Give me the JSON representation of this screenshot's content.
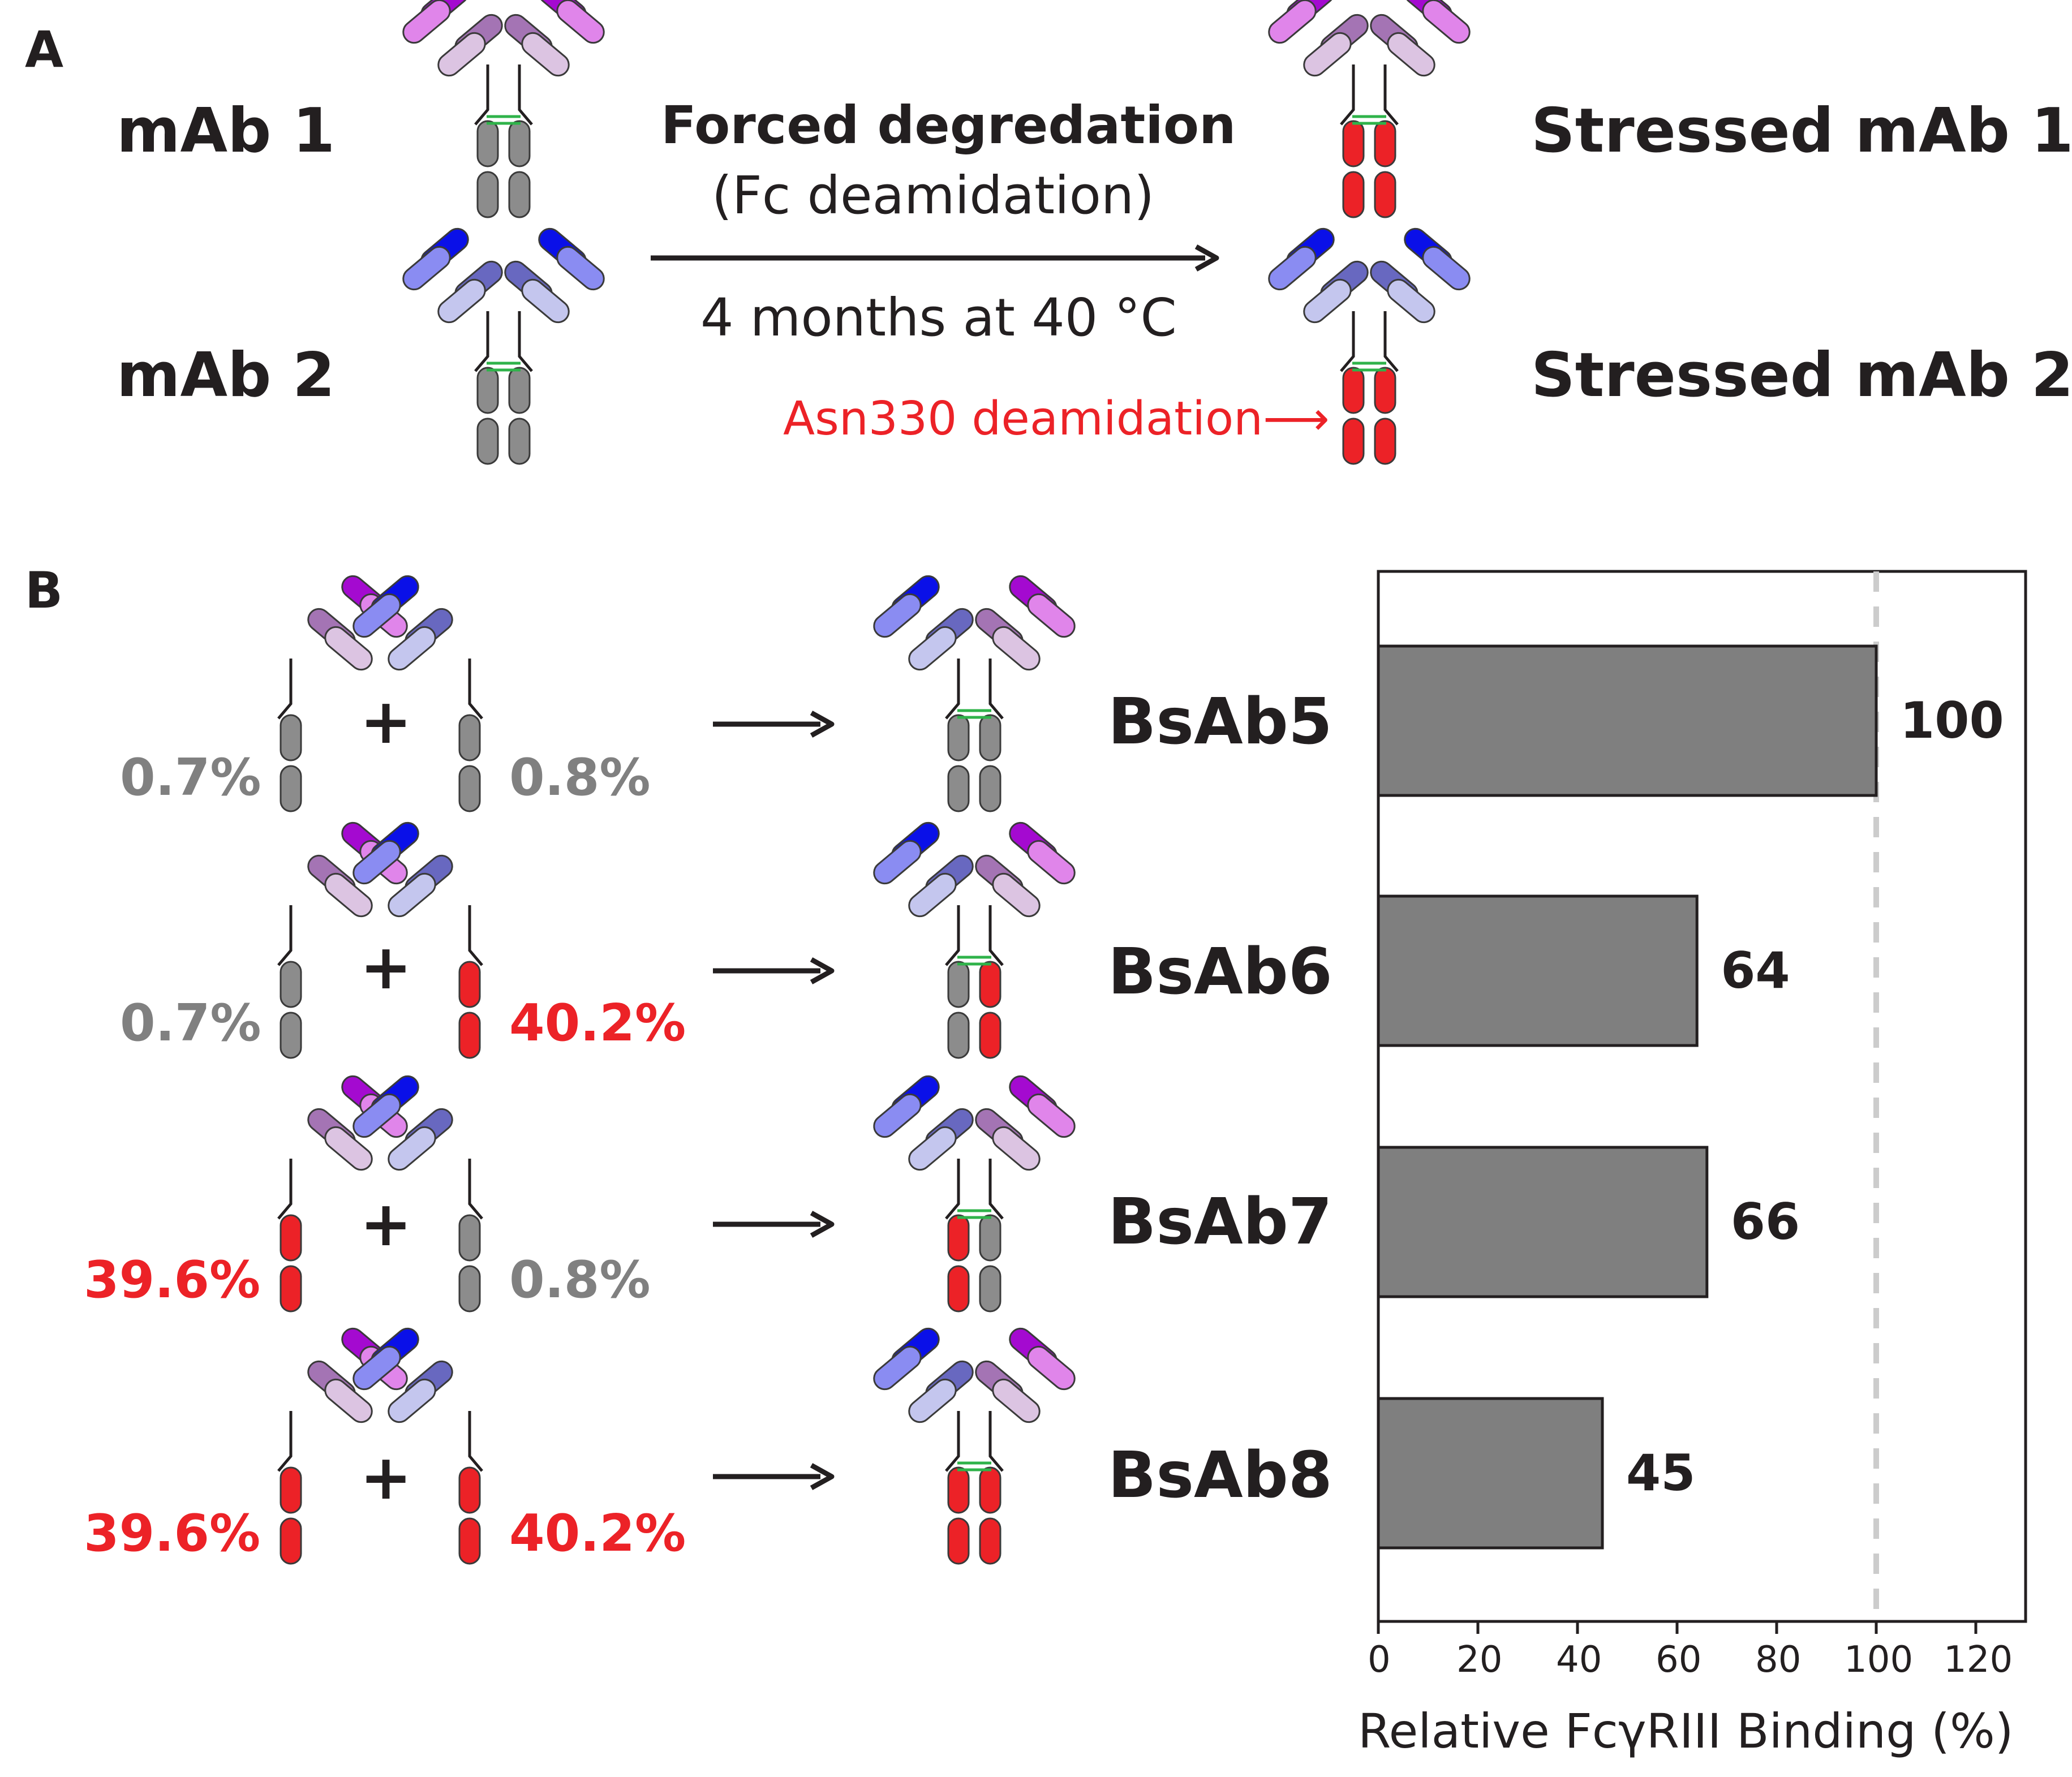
{
  "panel_a": {
    "letter": "A",
    "mab1_label": "mAb 1",
    "mab2_label": "mAb 2",
    "stressed1_label": "Stressed mAb 1",
    "stressed2_label": "Stressed mAb 2",
    "arrow_line1": "Forced degredation",
    "arrow_line2": "(Fc deamidation)",
    "arrow_line3": "4 months at 40 °C",
    "asn_note": "Asn330 deamidation⟶"
  },
  "panel_b": {
    "letter": "B",
    "plus": "+",
    "rows": [
      {
        "name": "BsAb5",
        "left_pct": "0.7%",
        "right_pct": "0.8%",
        "left_state": "intact",
        "right_state": "intact"
      },
      {
        "name": "BsAb6",
        "left_pct": "0.7%",
        "right_pct": "40.2%",
        "left_state": "intact",
        "right_state": "deamidated"
      },
      {
        "name": "BsAb7",
        "left_pct": "39.6%",
        "right_pct": "0.8%",
        "left_state": "deamidated",
        "right_state": "intact"
      },
      {
        "name": "BsAb8",
        "left_pct": "39.6%",
        "right_pct": "40.2%",
        "left_state": "deamidated",
        "right_state": "deamidated"
      }
    ]
  },
  "colors": {
    "intact_fc": "#8c8c8c",
    "deamidated_fc": "#ec2227",
    "mab1_dark": "#a40ad0",
    "mab1_mid": "#e085ea",
    "mab1_hc": "#a474b4",
    "mab1_lc": "#dcc4e2",
    "mab2_dark": "#0a10e8",
    "mab2_mid": "#8a8cf2",
    "mab2_hc": "#6868c0",
    "mab2_lc": "#c4c6ee",
    "disulfide": "#2fb34a",
    "bar": "#7f7f7f",
    "reference_line": "#cccccc"
  },
  "chart_data": {
    "type": "bar",
    "orientation": "horizontal",
    "categories": [
      "BsAb5",
      "BsAb6",
      "BsAb7",
      "BsAb8"
    ],
    "values": [
      100,
      64,
      66,
      45
    ],
    "value_labels": [
      "100",
      "64",
      "66",
      "45"
    ],
    "xlabel": "Relative FcγRIII Binding (%)",
    "xlim": [
      0,
      130
    ],
    "xticks": [
      0,
      20,
      40,
      60,
      80,
      100,
      120
    ],
    "xtick_labels": [
      "0",
      "20",
      "40",
      "60",
      "80",
      "100",
      "120"
    ],
    "reference_line_x": 100,
    "grid": false
  }
}
